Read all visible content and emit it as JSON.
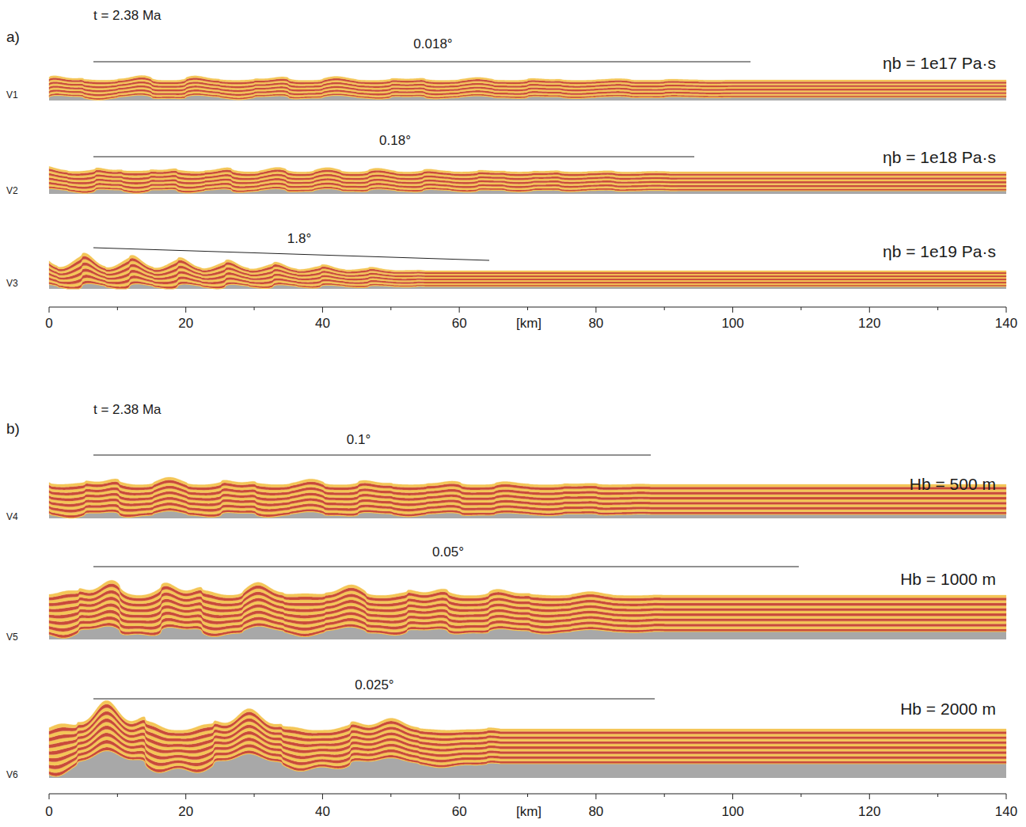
{
  "diagram": {
    "labels": [
      "t = 2.38 Ma",
      "a)",
      "0.018°",
      "ηb = 1e17 Pa·s",
      "V1",
      "0.18°",
      "ηb = 1e18 Pa·s",
      "V2",
      "1.8°",
      "ηb = 1e19 Pa·s",
      "V3",
      "0",
      "20",
      "40",
      "60",
      "80",
      "100",
      "120",
      "140",
      "[km]",
      "t = 2.38 Ma",
      "b)",
      "0.1°",
      "Hb = 500 m",
      "V4",
      "0.05°",
      "Hb = 1000 m",
      "V5",
      "0.025°",
      "Hb = 2000 m",
      "V6",
      "0",
      "20",
      "40",
      "60",
      "80",
      "100",
      "120",
      "140",
      "[km]"
    ]
  }
}
